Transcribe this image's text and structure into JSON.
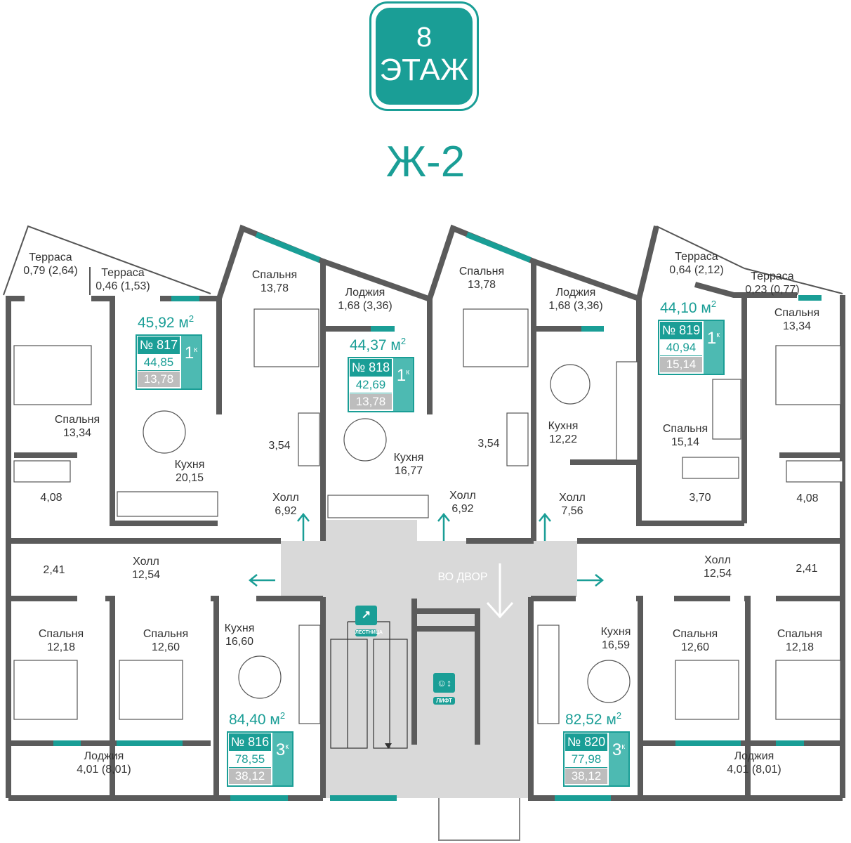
{
  "floor": {
    "number": "8",
    "label": "ЭТАЖ"
  },
  "section": "Ж-2",
  "colors": {
    "accent": "#1a9e96",
    "accent_light": "#4dbab2",
    "wall": "#5b5b5b",
    "common": "#d9d9d9"
  },
  "apartments": [
    {
      "no": "№ 817",
      "total": "45,92 м",
      "living": "44,85",
      "kitchen": "13,78",
      "rooms": "1",
      "rooms_suffix": "к"
    },
    {
      "no": "№ 818",
      "total": "44,37 м",
      "living": "42,69",
      "kitchen": "13,78",
      "rooms": "1",
      "rooms_suffix": "к"
    },
    {
      "no": "№ 819",
      "total": "44,10 м",
      "living": "40,94",
      "kitchen": "15,14",
      "rooms": "1",
      "rooms_suffix": "к"
    },
    {
      "no": "№ 816",
      "total": "84,40 м",
      "living": "78,55",
      "kitchen": "38,12",
      "rooms": "3",
      "rooms_suffix": "к"
    },
    {
      "no": "№ 820",
      "total": "82,52 м",
      "living": "77,98",
      "kitchen": "38,12",
      "rooms": "3",
      "rooms_suffix": "к"
    }
  ],
  "rooms": [
    {
      "name": "Терраса",
      "area": "0,79 (2,64)"
    },
    {
      "name": "Терраса",
      "area": "0,46 (1,53)"
    },
    {
      "name": "Спальня",
      "area": "13,78"
    },
    {
      "name": "Лоджия",
      "area": "1,68 (3,36)"
    },
    {
      "name": "Спальня",
      "area": "13,78"
    },
    {
      "name": "Лоджия",
      "area": "1,68 (3,36)"
    },
    {
      "name": "Терраса",
      "area": "0,64 (2,12)"
    },
    {
      "name": "Терраса",
      "area": "0,23 (0,77)"
    },
    {
      "name": "Спальня",
      "area": "13,34"
    },
    {
      "name": "Спальня",
      "area": "13,34"
    },
    {
      "name": "Кухня",
      "area": "20,15"
    },
    {
      "name": "",
      "area": "3,54"
    },
    {
      "name": "Кухня",
      "area": "16,77"
    },
    {
      "name": "",
      "area": "3,54"
    },
    {
      "name": "Кухня",
      "area": "12,22"
    },
    {
      "name": "Спальня",
      "area": "15,14"
    },
    {
      "name": "",
      "area": "4,08"
    },
    {
      "name": "Холл",
      "area": "6,92"
    },
    {
      "name": "Холл",
      "area": "6,92"
    },
    {
      "name": "Холл",
      "area": "7,56"
    },
    {
      "name": "",
      "area": "3,70"
    },
    {
      "name": "",
      "area": "4,08"
    },
    {
      "name": "",
      "area": "2,41"
    },
    {
      "name": "Холл",
      "area": "12,54"
    },
    {
      "name": "Холл",
      "area": "12,54"
    },
    {
      "name": "",
      "area": "2,41"
    },
    {
      "name": "Спальня",
      "area": "12,18"
    },
    {
      "name": "Спальня",
      "area": "12,60"
    },
    {
      "name": "Кухня",
      "area": "16,60"
    },
    {
      "name": "Кухня",
      "area": "16,59"
    },
    {
      "name": "Спальня",
      "area": "12,60"
    },
    {
      "name": "Спальня",
      "area": "12,18"
    },
    {
      "name": "Лоджия",
      "area": "4,01 (8,01)"
    },
    {
      "name": "Лоджия",
      "area": "4,01 (8,01)"
    },
    {
      "name": "ВО ДВОР",
      "area": ""
    }
  ],
  "icons": {
    "stairs": "stairs-icon",
    "stairs_label": "ЛЕСТНИЦА",
    "lift": "elevator-icon",
    "lift_label": "ЛИФТ"
  }
}
